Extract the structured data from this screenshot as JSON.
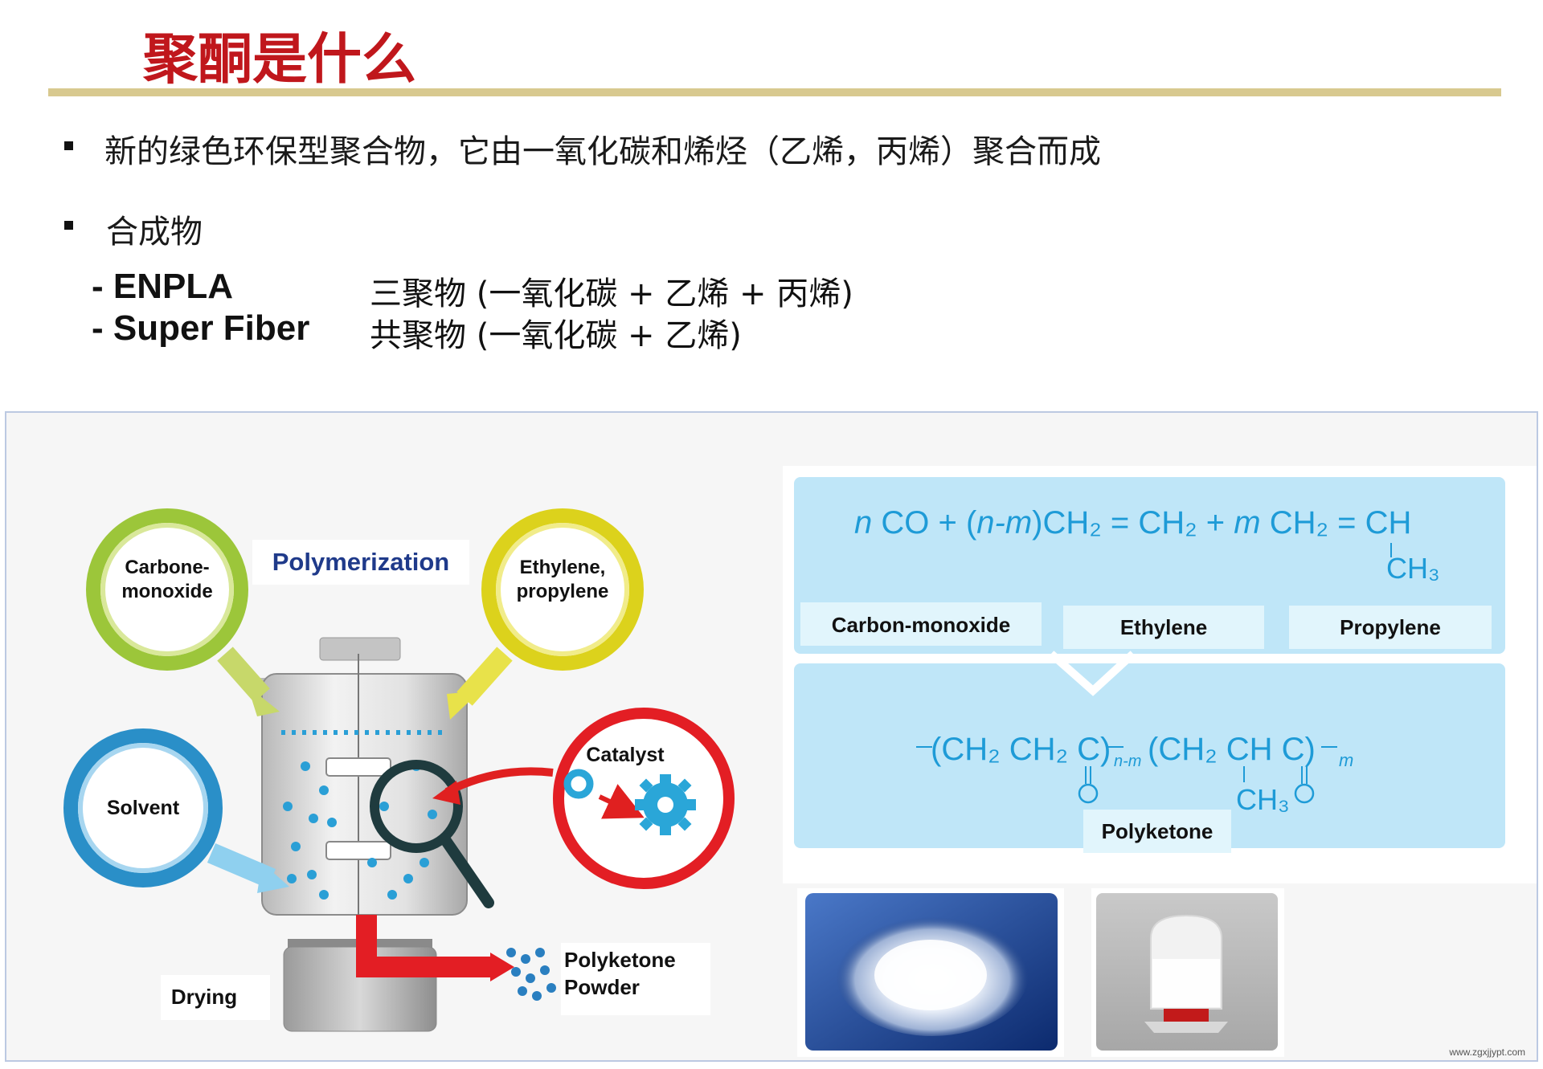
{
  "title": "聚酮是什么",
  "bullets": [
    {
      "text": "新的绿色环保型聚合物，它由一氧化碳和烯烃（乙烯，丙烯）聚合而成"
    },
    {
      "text": "合成物"
    }
  ],
  "compounds": [
    {
      "name": "- ENPLA",
      "desc": "三聚物  (一氧化碳 + 乙烯 + 丙烯)"
    },
    {
      "name": "- Super Fiber",
      "desc": "共聚物 (一氧化碳 + 乙烯)"
    }
  ],
  "process": {
    "title": "Polymerization",
    "inputs": {
      "co_line1": "Carbone-",
      "co_line2": "monoxide",
      "olefin_line1": "Ethylene,",
      "olefin_line2": "propylene",
      "solvent": "Solvent",
      "catalyst": "Catalyst"
    },
    "drying": "Drying",
    "output_line1": "Polyketone",
    "output_line2": "Powder"
  },
  "reaction": {
    "equation": {
      "n": "n",
      "co": " CO + (",
      "nm": "n-m",
      "mid": ")CH₂ = CH₂ + ",
      "m": "m",
      "end": " CH₂ = CH",
      "methyl": "CH₃"
    },
    "reactant_labels": [
      "Carbon-monoxide",
      "Ethylene",
      "Propylene"
    ],
    "product": {
      "part1": "(CH₂ CH₂ C)",
      "sub1": "n-m",
      "part2": "(CH₂ CH C)",
      "sub2": "m",
      "methyl": "CH₃",
      "label": "Polyketone"
    }
  },
  "watermark": "www.zgxjjypt.com",
  "colors": {
    "title": "#c0171c",
    "rule": "#d8c98f",
    "formula": "#1e9bd7",
    "formula_box": "#bfe6f8",
    "process_title": "#1f3a8a"
  }
}
